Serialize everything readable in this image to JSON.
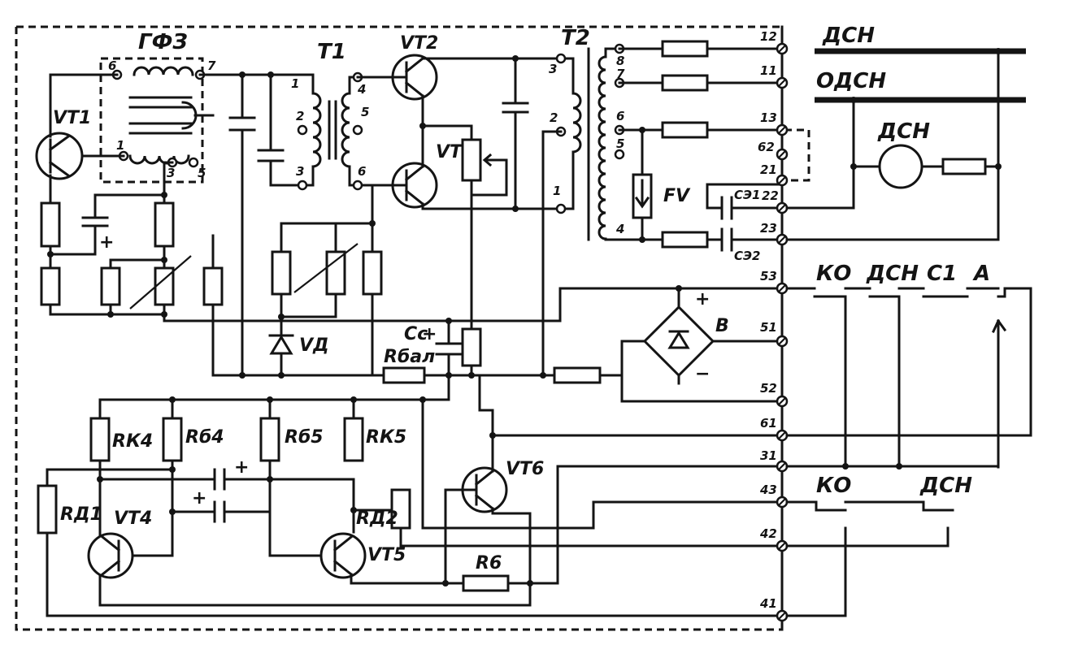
{
  "labels": {
    "gfz": "ГФЗ",
    "t1": "Т1",
    "t2": "Т2",
    "vt1": "VT1",
    "vt2": "VT2",
    "vt3": "VT3",
    "vt4": "VT4",
    "vt5": "VT5",
    "vt6": "VT6",
    "vd": "VД",
    "fv": "FV",
    "cc": "Cc",
    "rbal": "Rбал",
    "rk4": "RК4",
    "rb4": "Rб4",
    "rb5": "Rб5",
    "rk5": "RК5",
    "rd1": "RД1",
    "rd2": "RД2",
    "r6": "R6",
    "se1": "СЭ1",
    "se2": "СЭ2",
    "b": "B",
    "plus": "+",
    "minus": "−",
    "dsn": "ДСН",
    "odsn": "ОДСН",
    "ko": "КО",
    "c1": "С1",
    "a": "А"
  },
  "gfz_pins": [
    "6",
    "7",
    "1",
    "3",
    "5"
  ],
  "t1_pins": [
    "1",
    "2",
    "3",
    "4",
    "5",
    "6"
  ],
  "t2_pins": [
    "3",
    "2",
    "1"
  ],
  "t2_secondary_taps": [
    "8",
    "7",
    "6",
    "5",
    "4"
  ],
  "terminals": [
    "12",
    "11",
    "13",
    "62",
    "21",
    "22",
    "23",
    "53",
    "51",
    "52",
    "61",
    "31",
    "43",
    "42",
    "41"
  ]
}
